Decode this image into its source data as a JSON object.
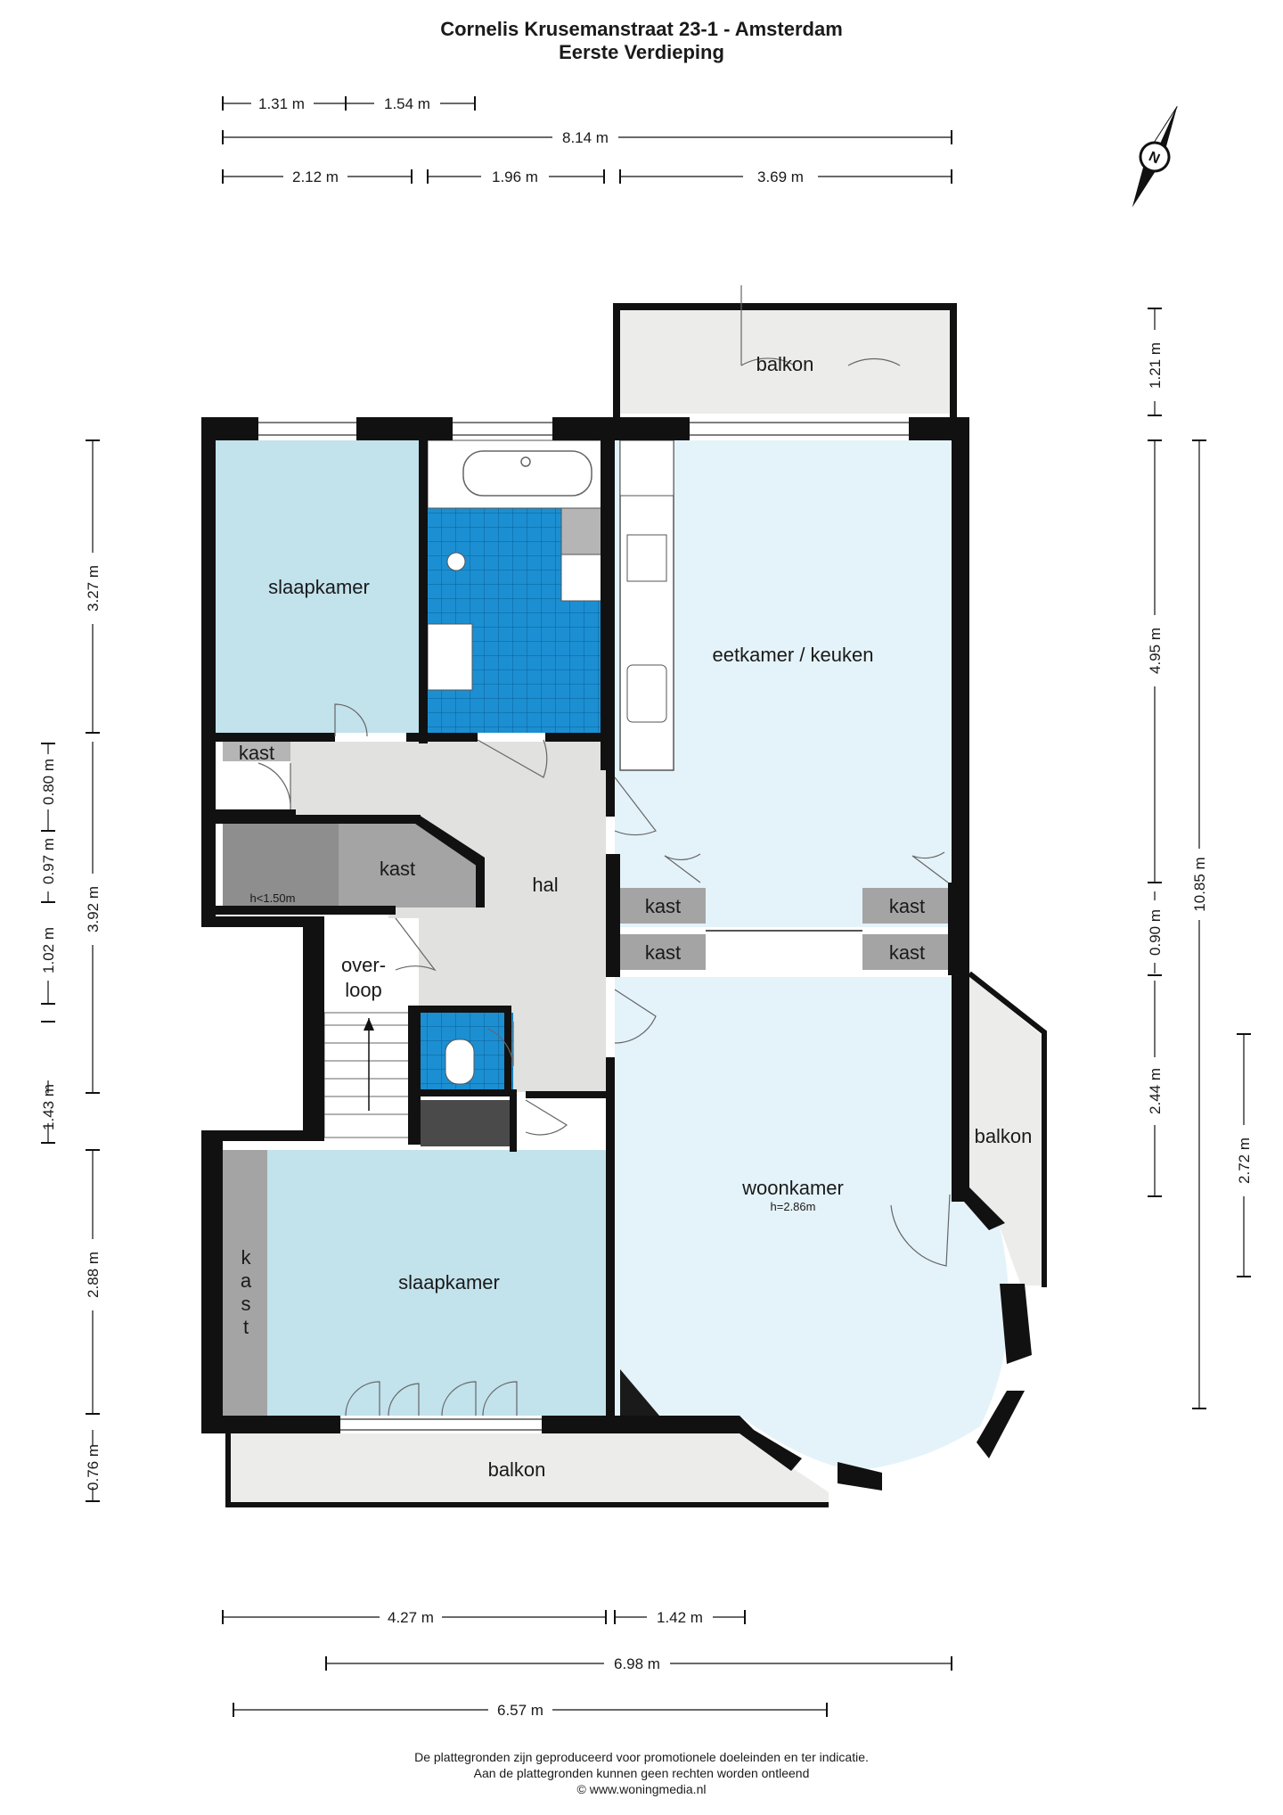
{
  "header": {
    "address": "Cornelis Krusemanstraat 23-1 - Amsterdam",
    "floor": "Eerste Verdieping"
  },
  "rooms": {
    "balkon_top": "balkon",
    "slaapkamer_1": "slaapkamer",
    "eetkamer": "eetkamer / keuken",
    "kast_hal_small": "kast",
    "kast_hal_large": "kast",
    "kast_height": "h<1.50m",
    "hal": "hal",
    "overloop": [
      "over-",
      "loop"
    ],
    "kast_1": "kast",
    "kast_2": "kast",
    "kast_3": "kast",
    "kast_4": "kast",
    "balkon_side": "balkon",
    "woonkamer": "woonkamer",
    "woonkamer_height": "h=2.86m",
    "slaapkamer_2": "slaapkamer",
    "kast_vertical": [
      "k",
      "a",
      "s",
      "t"
    ],
    "balkon_bottom": "balkon"
  },
  "dimensions": {
    "top_1": "1.31 m",
    "top_2": "1.54 m",
    "top_total": "8.14 m",
    "top_3": "2.12 m",
    "top_4": "1.96 m",
    "top_5": "3.69 m",
    "left_1": "3.27 m",
    "left_2": "3.92 m",
    "left_3": "2.88 m",
    "left_4": "0.76 m",
    "left_a": "0.80 m",
    "left_b": "0.97 m",
    "left_c": "1.02 m",
    "left_d": "1.43 m",
    "right_1": "1.21 m",
    "right_2": "4.95 m",
    "right_3": "0.90 m",
    "right_4": "2.44 m",
    "right_total": "10.85 m",
    "right_side": "2.72 m",
    "bottom_1": "4.27 m",
    "bottom_2": "1.42 m",
    "bottom_3": "6.98 m",
    "bottom_4": "6.57 m"
  },
  "compass": {
    "label": "N"
  },
  "footer": {
    "line1": "De plattegronden zijn geproduceerd voor promotionele doeleinden en ter indicatie.",
    "line2": "Aan de plattegronden kunnen geen rechten worden ontleend",
    "line3": "© www.woningmedia.nl"
  },
  "colors": {
    "wall": "#111111",
    "bedroom": "#c2e2ec",
    "living": "#e4f3f9",
    "hall": "#e1e1df",
    "storage": "#a4a4a4",
    "balcony": "#ececea",
    "tile": "#1b8fd2"
  }
}
